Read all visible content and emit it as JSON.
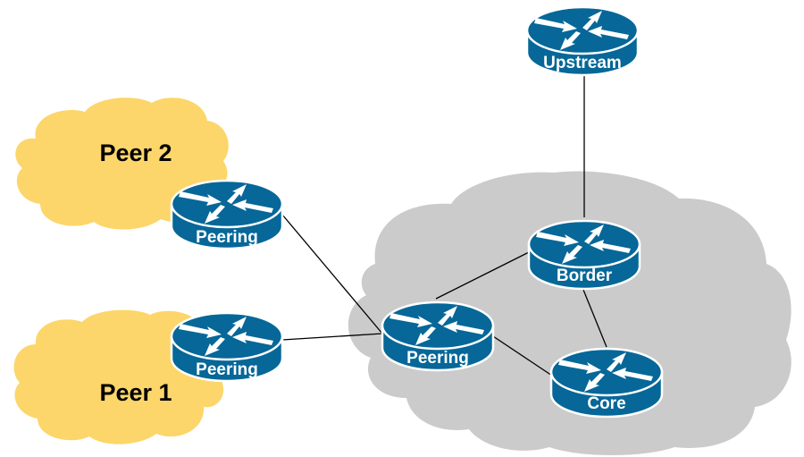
{
  "diagram": {
    "colors": {
      "router_fill": "#066798",
      "router_outline": "#ffffff",
      "peer_cloud": "#fcd66a",
      "network_cloud": "#cbcbcb",
      "link": "#000000"
    },
    "clouds": [
      {
        "id": "peer2",
        "label": "Peer 2",
        "kind": "peer"
      },
      {
        "id": "peer1",
        "label": "Peer 1",
        "kind": "peer"
      },
      {
        "id": "network",
        "label": "",
        "kind": "network"
      }
    ],
    "routers": [
      {
        "id": "upstream",
        "label": "Upstream",
        "icon": "router-icon"
      },
      {
        "id": "peering_peer2",
        "label": "Peering",
        "icon": "router-icon"
      },
      {
        "id": "peering_peer1",
        "label": "Peering",
        "icon": "router-icon"
      },
      {
        "id": "peering_core",
        "label": "Peering",
        "icon": "router-icon"
      },
      {
        "id": "border",
        "label": "Border",
        "icon": "router-icon"
      },
      {
        "id": "core",
        "label": "Core",
        "icon": "router-icon"
      }
    ],
    "links": [
      {
        "from": "upstream",
        "to": "border"
      },
      {
        "from": "peering_peer2",
        "to": "peering_core"
      },
      {
        "from": "peering_peer1",
        "to": "peering_core"
      },
      {
        "from": "peering_core",
        "to": "border"
      },
      {
        "from": "peering_core",
        "to": "core"
      },
      {
        "from": "border",
        "to": "core"
      }
    ]
  }
}
